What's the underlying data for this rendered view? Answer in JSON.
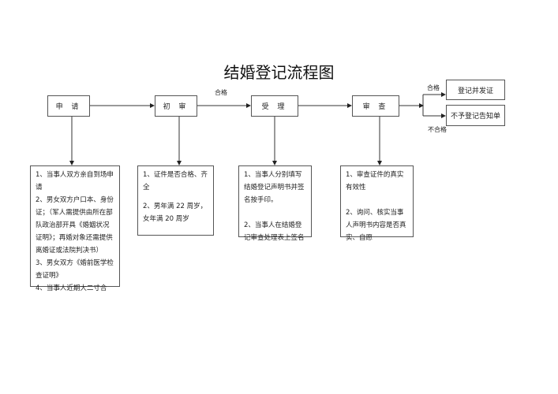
{
  "title": "结婚登记流程图",
  "steps": {
    "apply": "申 请",
    "initial": "初 审",
    "accept": "受 理",
    "review": "审 查"
  },
  "labels": {
    "pass1": "合格",
    "pass2": "合格",
    "fail": "不合格"
  },
  "outcomes": {
    "issue": "登记并发证",
    "deny": "不予登记告知单"
  },
  "notes": {
    "apply": [
      "1、当事人双方亲自到场申请",
      "2、男女双方户口本、身份证；（军人需提供由所在部队政治部开具《婚姻状况证明》；再婚对象还需提供离婚证或法院判决书）",
      "3、男女双方《婚前医学检查证明》",
      "4、当事人近期大二寸合"
    ],
    "initial": [
      "1、证件是否合格、齐全",
      "2、男年满 22 周岁，女年满 20 周岁"
    ],
    "accept": [
      "1、当事人分别填写结婚登记声明书并签名按手印。",
      "2、当事人在结婚登记审查处理表上签名"
    ],
    "review": [
      "1、审查证件的真实有效性",
      "2、询问、核实当事人声明书内容是否真实、自愿"
    ]
  }
}
